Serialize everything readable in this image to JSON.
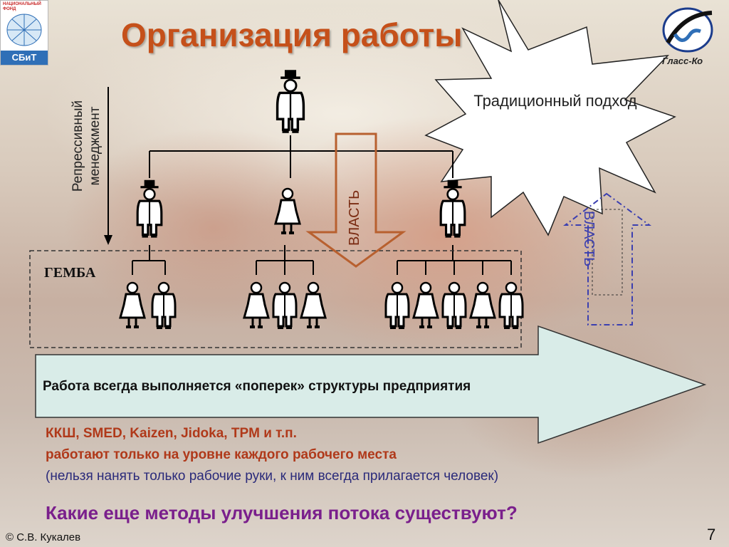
{
  "slide": {
    "title": "Организация работы",
    "left_logo": {
      "org_name": "НАЦИОНАЛЬНЫЙ ФОНД",
      "abbr": "СБиТ"
    },
    "right_logo": {
      "caption": "Гласс-Ко"
    },
    "vertical_label": "Репрессивный менеджмент",
    "gemba_label": "ГЕМБА",
    "power_label_down": "ВЛАСТЬ",
    "power_label_up": "ВЛАСТЬ",
    "burst_text": "Традиционный подход",
    "arrow_text": "Работа всегда выполняется «поперек» структуры предприятия",
    "methods_line1": "ККШ, SMED, Kaizen,  Jidoka, TPM и т.п.",
    "methods_line2": "работают только на уровне каждого рабочего места",
    "methods_line3": "(нельзя нанять только рабочие руки, к ним всегда прилагается человек)",
    "question": "Какие еще методы улучшения потока существуют?",
    "footer_author": "© С.В. Кукалев",
    "page_number": "7"
  },
  "colors": {
    "title": "#c5501a",
    "methods": "#b0391a",
    "question": "#7a1f8c",
    "arrow_fill": "#d9ece8",
    "power_down_stroke": "#b8602f",
    "power_up_stroke": "#3b3fb0"
  },
  "icons": [
    "boss-figure-icon",
    "manager-figure-icon",
    "worker-figure-icon",
    "woman-figure-icon"
  ]
}
